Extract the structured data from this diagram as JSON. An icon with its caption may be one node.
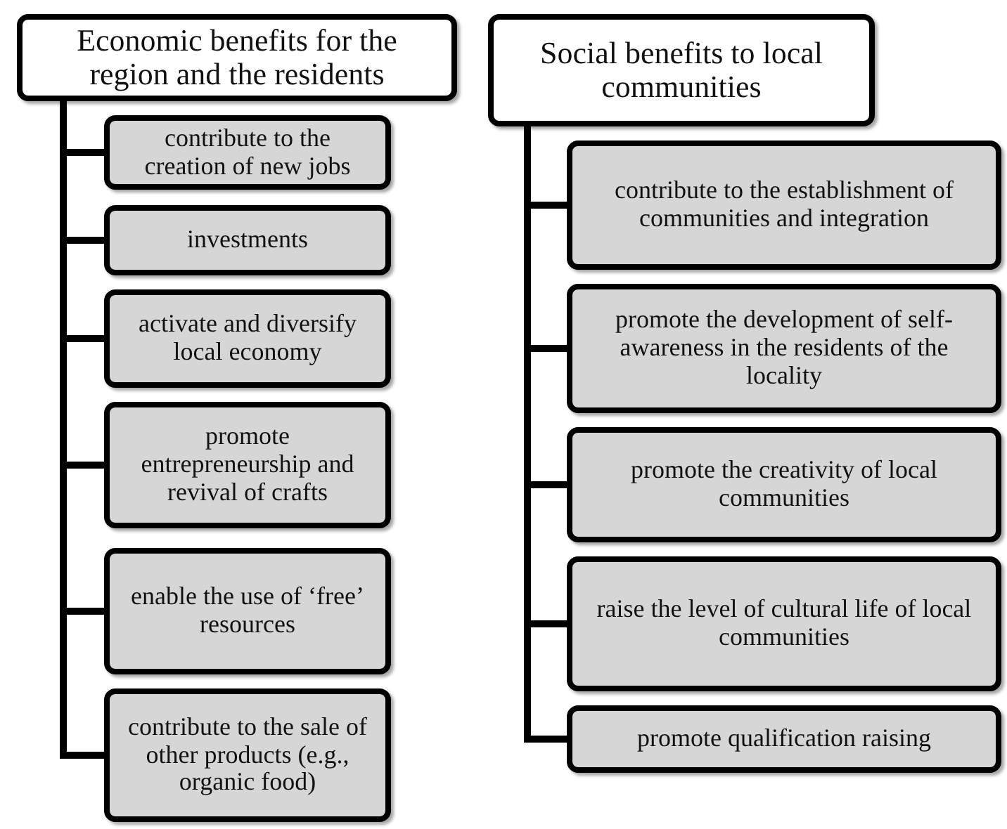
{
  "diagram": {
    "nodes": [
      {
        "text": [
          "Economic benefits for the region and the residents"
        ]
      },
      {
        "text": [
          "contribute to the creation of new jobs"
        ]
      },
      {
        "text": [
          "investments"
        ]
      },
      {
        "text": [
          "activate and diversify local economy"
        ]
      },
      {
        "text": [
          "promote entrepreneurship and revival of crafts"
        ]
      },
      {
        "text": [
          "enable the use of ‘free’ resources"
        ]
      },
      {
        "text": [
          "contribute to the sale of other products (e.g., organic food)"
        ]
      },
      {
        "text": [
          "Social benefits to local communities"
        ]
      },
      {
        "text": [
          "contribute to the establishment of communities and integration"
        ]
      },
      {
        "text": [
          "promote the development of self-awareness in the residents of the locality"
        ]
      },
      {
        "text": [
          "promote the creativity of local communities"
        ]
      },
      {
        "text": [
          "raise the level of cultural life of local communities"
        ]
      },
      {
        "text": [
          "promote qualification raising"
        ]
      }
    ],
    "edges": [
      {
        "from": 0,
        "to": 1,
        "arrow": "none"
      },
      {
        "from": 0,
        "to": 2,
        "arrow": "none"
      },
      {
        "from": 0,
        "to": 3,
        "arrow": "none"
      },
      {
        "from": 0,
        "to": 4,
        "arrow": "none"
      },
      {
        "from": 0,
        "to": 5,
        "arrow": "none"
      },
      {
        "from": 0,
        "to": 6,
        "arrow": "none"
      },
      {
        "from": 7,
        "to": 8,
        "arrow": "none"
      },
      {
        "from": 7,
        "to": 9,
        "arrow": "none"
      },
      {
        "from": 7,
        "to": 10,
        "arrow": "none"
      },
      {
        "from": 7,
        "to": 11,
        "arrow": "none"
      },
      {
        "from": 7,
        "to": 12,
        "arrow": "none"
      }
    ]
  }
}
